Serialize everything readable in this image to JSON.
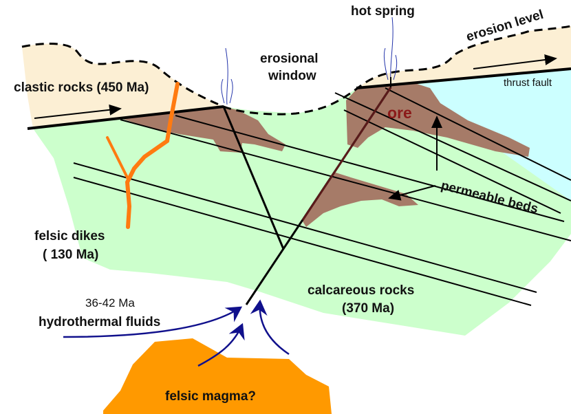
{
  "labels": {
    "hot_spring": "hot spring",
    "erosion_level": "erosion level",
    "erosional_window_1": "erosional",
    "erosional_window_2": "window",
    "clastic_rocks": "clastic rocks (450 Ma)",
    "thrust_fault": "thrust fault",
    "ore": "ore",
    "permeable_beds": "permeable beds",
    "felsic_dikes_1": "felsic dikes",
    "felsic_dikes_2": "( 130 Ma)",
    "calcareous_1": "calcareous rocks",
    "calcareous_2": "(370 Ma)",
    "fluids_age": "36-42 Ma",
    "fluids": "hydrothermal fluids",
    "magma": "felsic magma?"
  },
  "colors": {
    "clastic": "#FCEFD4",
    "calcareous": "#CCFFCC",
    "thrust_block": "#CCFFFF",
    "ore": "#A67B68",
    "ore_text": "#8B1A1A",
    "dike": "#FF7A10",
    "magma": "#FF9900",
    "fluid_arrow": "#10108C"
  }
}
